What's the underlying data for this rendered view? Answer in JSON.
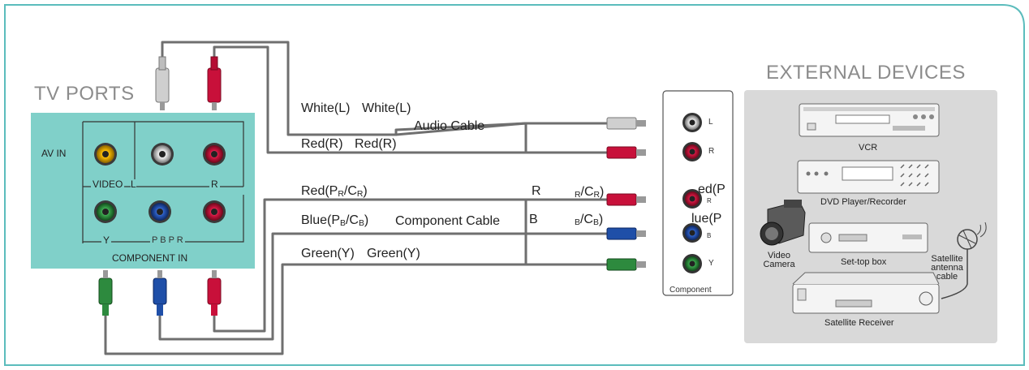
{
  "tv_ports": {
    "title": "TV PORTS",
    "av_in": "AV IN",
    "video": "VIDEO",
    "l": "L",
    "r": "R",
    "y": "Y",
    "pbpr": "P B P R",
    "component_in": "COMPONENT IN"
  },
  "cables": {
    "white_left": "White(L)",
    "white_right": "White(L)",
    "red_left": "Red(R)",
    "red_right": "Red(R)",
    "audio_cable": "Audio Cable",
    "pr_left_base": "Red(P",
    "pr_left_sub": "R",
    "pr_left_mid": "/C",
    "pr_left_sub2": "R",
    "pr_left_end": ")",
    "pb_left_base": "Blue(P",
    "pb_left_sub": "B",
    "pb_left_mid": "/C",
    "pb_left_sub2": "B",
    "pb_left_end": ")",
    "component_cable": "Component Cable",
    "green_left": "Green(Y)",
    "green_right": "Green(Y)",
    "r_letter": "R",
    "b_letter": "B",
    "pr_right_sub": "R",
    "pr_right_mid": "/C",
    "pr_right_sub2": "R",
    "pr_right_end": ")",
    "pb_right_sub": "B",
    "pb_right_mid": "/C",
    "pb_right_sub2": "B",
    "pb_right_end": ")"
  },
  "component_panel": {
    "l": "L",
    "r": "R",
    "pr_frag": "ed(P",
    "pr_sub": "R",
    "pb_frag": "lue(P",
    "pb_sub": "B",
    "y": "Y",
    "label": "Component"
  },
  "external": {
    "title": "EXTERNAL DEVICES",
    "vcr": "VCR",
    "dvd": "DVD Player/Recorder",
    "video_camera": "Video Camera",
    "set_top_box": "Set-top box",
    "satellite_cable": "Satellite antenna cable",
    "satellite_receiver": "Satellite Receiver"
  },
  "colors": {
    "frame": "#5bbcbc",
    "panel": "#80d0c9",
    "devices_bg": "#d9d9d9",
    "yellow": "#e8a400",
    "red": "#c8103a",
    "white": "#f2f2f2",
    "blue": "#1f4fa8",
    "green": "#2d8a3e"
  }
}
